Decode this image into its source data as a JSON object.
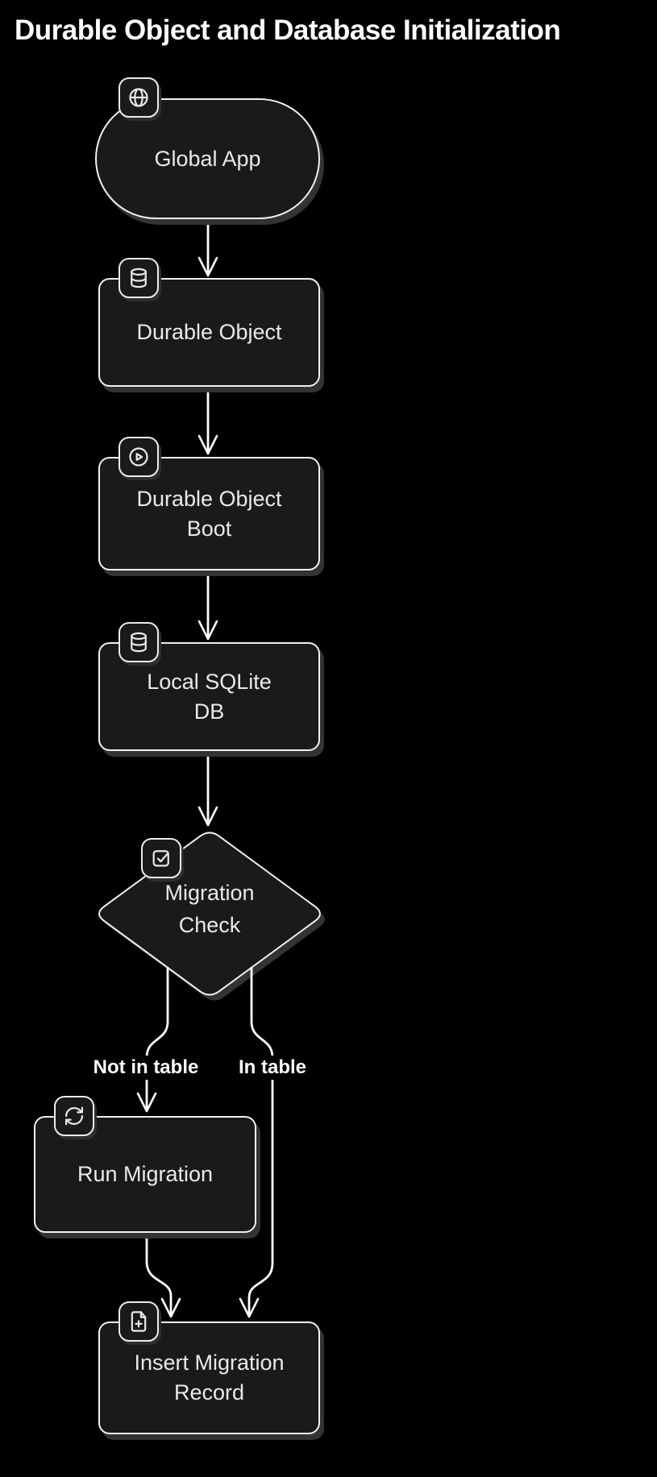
{
  "title": "Durable Object and Database Initialization",
  "colors": {
    "background": "#000000",
    "node_fill": "#1a1a1a",
    "node_border": "#f0f0f0",
    "node_text": "#e9e9e9",
    "edge_stroke": "#ffffff",
    "shadow": "#333333",
    "title_text": "#ffffff",
    "label_text": "#ffffff"
  },
  "nodes": [
    {
      "id": "global-app",
      "shape": "stadium",
      "icon": "globe-icon",
      "lines": [
        "Global App"
      ]
    },
    {
      "id": "durable-object",
      "shape": "rect",
      "icon": "database-icon",
      "lines": [
        "Durable Object"
      ]
    },
    {
      "id": "durable-object-boot",
      "shape": "rect",
      "icon": "play-circle-icon",
      "lines": [
        "Durable Object",
        "Boot"
      ]
    },
    {
      "id": "local-sqlite-db",
      "shape": "rect",
      "icon": "database-icon",
      "lines": [
        "Local SQLite",
        "DB"
      ]
    },
    {
      "id": "migration-check",
      "shape": "diamond",
      "icon": "check-square-icon",
      "lines": [
        "Migration",
        "Check"
      ]
    },
    {
      "id": "run-migration",
      "shape": "rect",
      "icon": "refresh-icon",
      "lines": [
        "Run Migration"
      ]
    },
    {
      "id": "insert-migration-record",
      "shape": "rect",
      "icon": "file-plus-icon",
      "lines": [
        "Insert Migration",
        "Record"
      ]
    }
  ],
  "edges": [
    {
      "from": "global-app",
      "to": "durable-object",
      "label": ""
    },
    {
      "from": "durable-object",
      "to": "durable-object-boot",
      "label": ""
    },
    {
      "from": "durable-object-boot",
      "to": "local-sqlite-db",
      "label": ""
    },
    {
      "from": "local-sqlite-db",
      "to": "migration-check",
      "label": ""
    },
    {
      "from": "migration-check",
      "to": "run-migration",
      "label": "Not in table"
    },
    {
      "from": "migration-check",
      "to": "insert-migration-record",
      "label": "In table"
    },
    {
      "from": "run-migration",
      "to": "insert-migration-record",
      "label": ""
    }
  ]
}
